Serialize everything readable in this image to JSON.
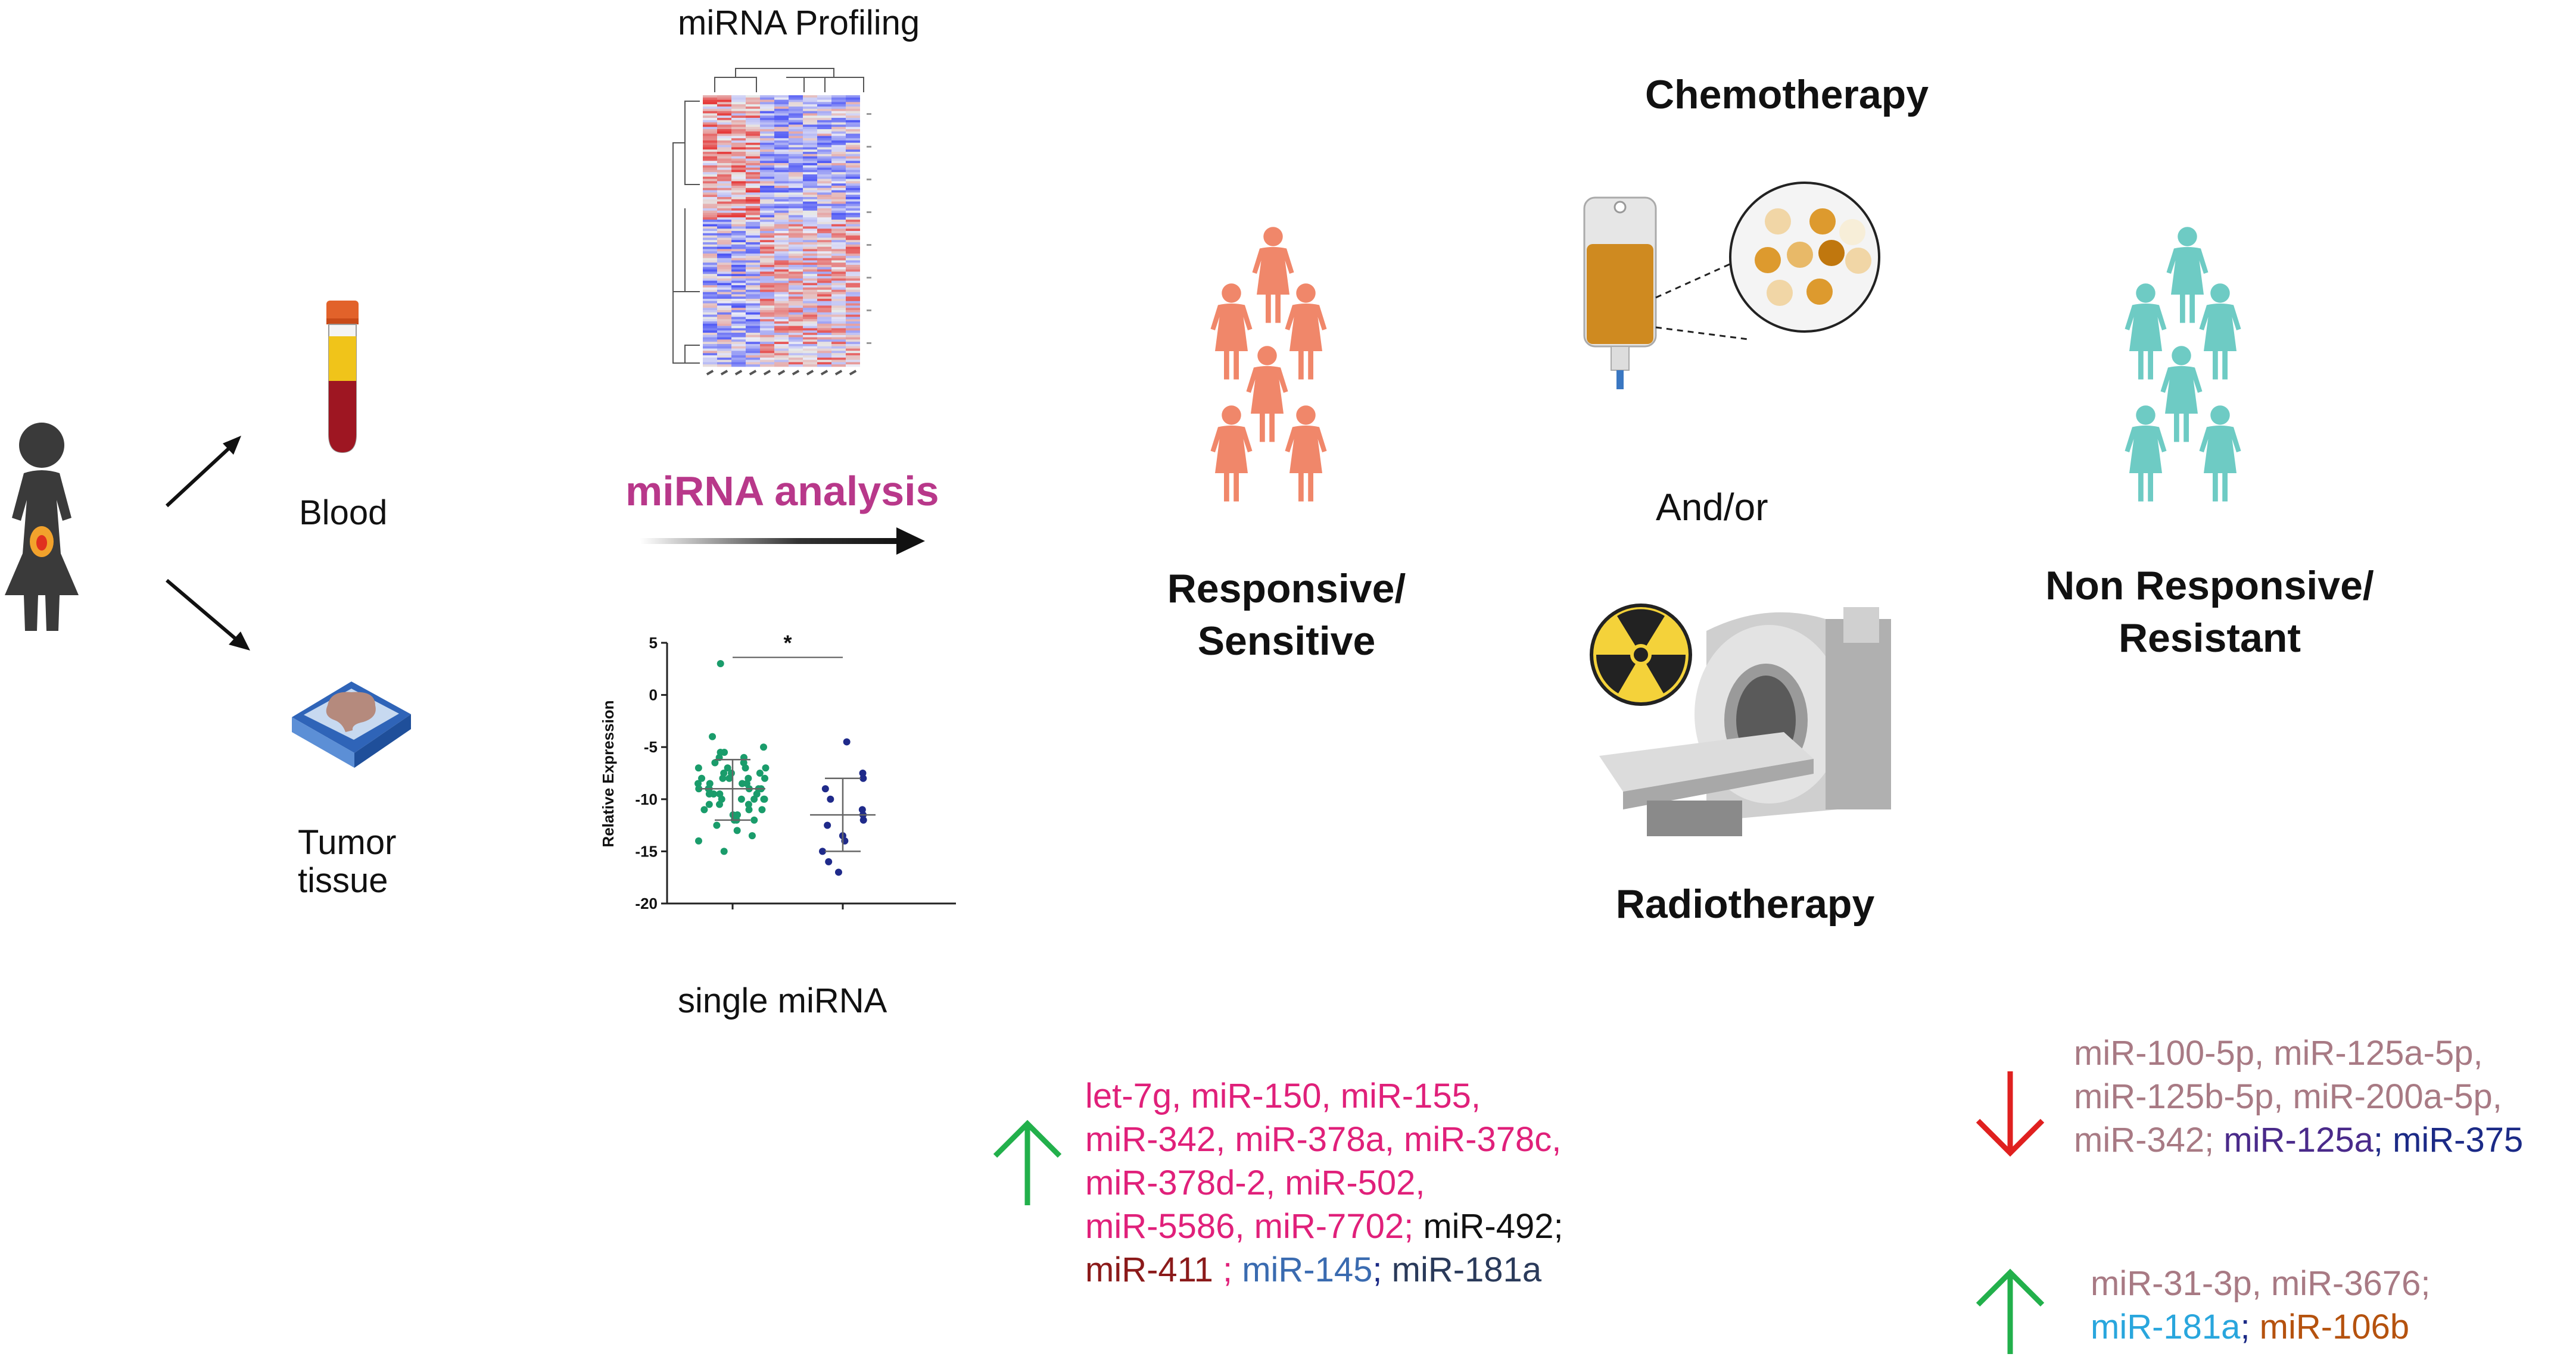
{
  "sample": {
    "blood_label": "Blood",
    "tumor_label_line1": "Tumor",
    "tumor_label_line2": "tissue"
  },
  "analysis": {
    "profiling_label": "miRNA Profiling",
    "analysis_label": "miRNA analysis",
    "single_label": "single miRNA",
    "scatter": {
      "ylabel": "Relative Expression",
      "yticks": [
        "5",
        "0",
        "-5",
        "-10",
        "-15",
        "-20"
      ],
      "significance": "*"
    }
  },
  "chart_data": {
    "type": "scatter",
    "ylabel": "Relative Expression",
    "ylim": [
      -20,
      5
    ],
    "yticks": [
      5,
      0,
      -5,
      -10,
      -15,
      -20
    ],
    "significance": "*",
    "series": [
      {
        "color": "#1a9c6b",
        "mean": -9.0,
        "sd_range": [
          -12.0,
          -6.2
        ],
        "values": [
          3.0,
          -4.0,
          -5.0,
          -5.5,
          -6.0,
          -6.5,
          -7.0,
          -7.0,
          -7.5,
          -7.5,
          -8.0,
          -8.0,
          -8.0,
          -8.5,
          -8.5,
          -8.5,
          -9.0,
          -9.0,
          -9.0,
          -9.0,
          -9.5,
          -9.5,
          -9.5,
          -10.0,
          -10.0,
          -10.0,
          -10.5,
          -10.5,
          -11.0,
          -11.0,
          -11.5,
          -12.0,
          -12.5,
          -13.0,
          -14.0,
          -15.0,
          -6.0,
          -7.0,
          -8.0,
          -9.0,
          -10.0,
          -11.0,
          -12.0,
          -8.5,
          -9.5,
          -7.5,
          -10.5,
          -6.5,
          -11.5,
          -5.5,
          -13.5,
          -9.0,
          -8.0,
          -10.0,
          -7.0,
          -12.0
        ]
      },
      {
        "color": "#1f2a8a",
        "mean": -11.5,
        "sd_range": [
          -15.0,
          -8.0
        ],
        "values": [
          -4.5,
          -7.5,
          -8.0,
          -9.0,
          -10.0,
          -11.0,
          -11.5,
          -12.0,
          -12.5,
          -13.5,
          -14.0,
          -15.0,
          -16.0,
          -17.0
        ]
      }
    ]
  },
  "treatments": {
    "chemo_label": "Chemotherapy",
    "andor_label": "And/or",
    "radio_label": "Radiotherapy"
  },
  "groups": {
    "responsive_line1": "Responsive/",
    "responsive_line2": "Sensitive",
    "nonresponsive_line1": "Non Responsive/",
    "nonresponsive_line2": "Resistant"
  },
  "responsive_up": {
    "line1": "let-7g, miR-150, miR-155,",
    "line2": "miR-342, miR-378a, miR-378c,",
    "line3": "miR-378d-2, miR-502,",
    "line4a": "miR-5586, miR-7702;",
    "line4b": " miR-492;",
    "line5a": "miR-411",
    "line5b": " ;",
    "line5c": " miR-145",
    "line5d": ";",
    "line5e": " miR-181a"
  },
  "resistant_down": {
    "line1": "miR-100-5p, miR-125a-5p,",
    "line2": "miR-125b-5p, miR-200a-5p,",
    "line3a": "miR-342;",
    "line3b": " miR-125a",
    "line3c": "; miR-375"
  },
  "resistant_up": {
    "line1": "miR-31-3p, miR-3676;",
    "line2a": "miR-181a",
    "line2b": ";",
    "line2c": " miR-106b"
  },
  "colors": {
    "responsive": "#f0876a",
    "resistant": "#6ecbc4",
    "analysis": "#b8388a",
    "up_arrow": "#22b04b",
    "down_arrow": "#e0201f",
    "pink": "#e0207a",
    "mauve": "#a87a84",
    "darkred": "#8b1a1a",
    "steelblue": "#3a6bb0",
    "navy": "#1b2a86",
    "indigo": "#4a2a8a",
    "cyan": "#29a6dd",
    "brown": "#b5520e"
  }
}
